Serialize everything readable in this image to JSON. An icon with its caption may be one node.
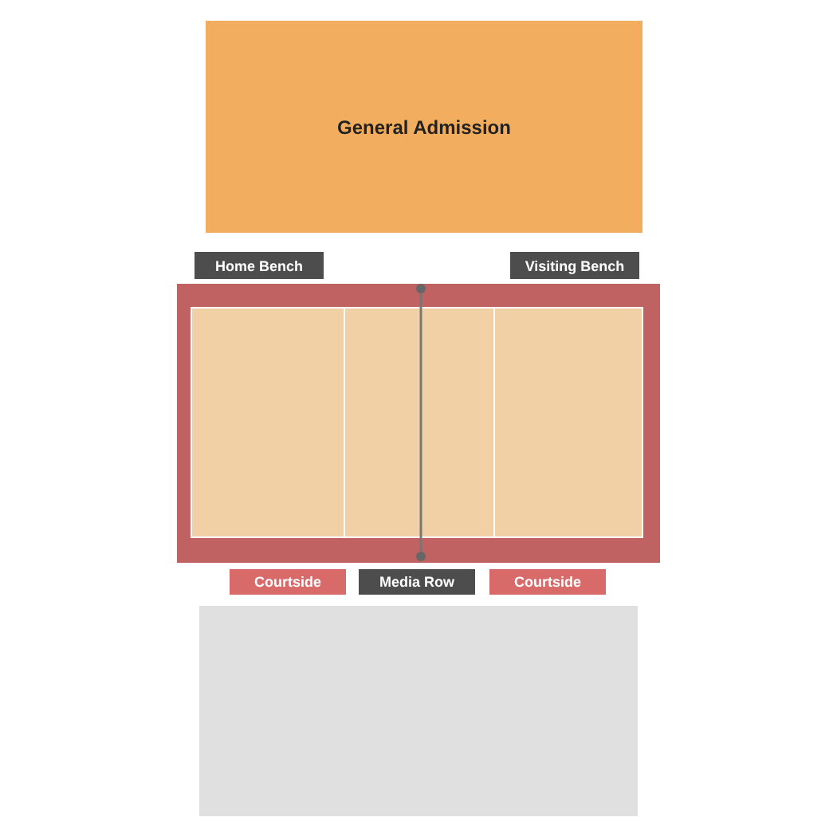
{
  "diagram": {
    "nodes": [
      {
        "text": [
          "General Admission"
        ]
      },
      {
        "text": [
          "Home Bench"
        ]
      },
      {
        "text": [
          "Visiting Bench"
        ]
      },
      {
        "text": [],
        "shape": "box"
      },
      {
        "text": [
          "Courtside"
        ]
      },
      {
        "text": [
          "Media Row"
        ]
      },
      {
        "text": [
          "Courtside"
        ]
      },
      {
        "text": [],
        "shape": "box"
      }
    ]
  }
}
